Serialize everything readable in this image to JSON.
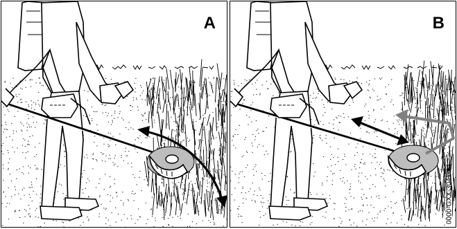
{
  "panels": [
    {
      "label": "A",
      "cut_direction": "arc"
    },
    {
      "label": "B",
      "cut_direction": "forward-back"
    }
  ],
  "figure_code": "0000-GXX-3041-A1",
  "colors": {
    "ink": "#000000",
    "background": "#ffffff",
    "arrow_gray": "#808080",
    "blade_gray": "#bdbdbd"
  }
}
